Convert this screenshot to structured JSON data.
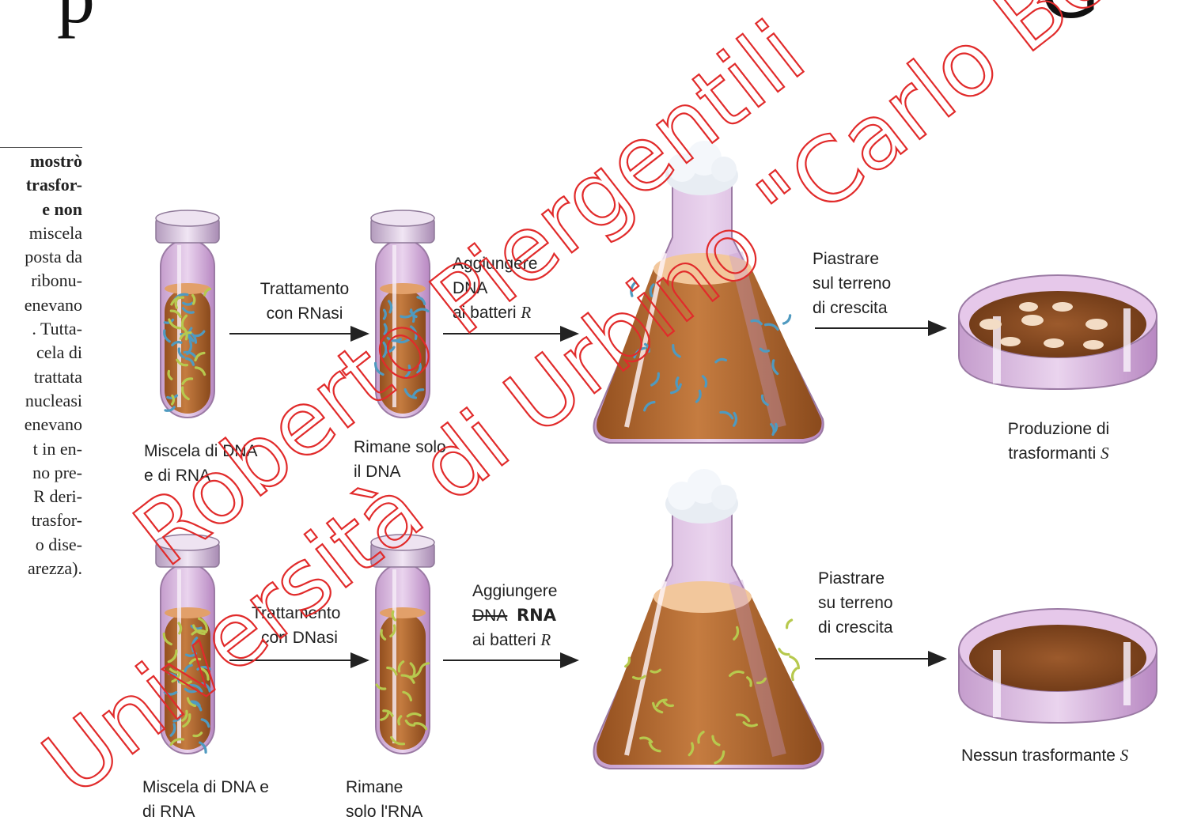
{
  "header_fragment": {
    "left": "p",
    "right": "G"
  },
  "side_text": {
    "lines": [
      "mostrò",
      "trasfor-",
      "e non",
      "miscela",
      "posta da",
      "ribonu-",
      "enevano",
      ". Tutta-",
      "cela di",
      "trattata",
      "nucleasi",
      "enevano",
      "t in en-",
      "no pre-",
      "R deri-",
      "trasfor-",
      "o dise-",
      "arezza)."
    ],
    "bold_lines": 3
  },
  "top_row": {
    "step1": {
      "line1": "Trattamento",
      "line2": "con RNasi"
    },
    "step2": {
      "line1": "Aggiungere",
      "line2": "DNA",
      "line3": "ai batteri",
      "line3_italic": "R"
    },
    "step3": {
      "line1": "Piastrare",
      "line2": "sul terreno",
      "line3": "di crescita"
    },
    "tube1_caption": {
      "line1": "Miscela di DNA",
      "line2": "e di RNA"
    },
    "tube2_caption": {
      "line1": "Rimane solo",
      "line2": "il DNA"
    },
    "result": {
      "line1": "Produzione di",
      "line2": "trasformanti",
      "line2_italic": "S"
    }
  },
  "bottom_row": {
    "step1": {
      "line1": "Trattamento",
      "line2": "con DNasi"
    },
    "step2": {
      "line1": "Aggiungere",
      "struck": "DNA",
      "correction": "RNA",
      "line3": "ai batteri",
      "line3_italic": "R"
    },
    "step3": {
      "line1": "Piastrare",
      "line2": "su terreno",
      "line3": "di crescita"
    },
    "tube1_caption": {
      "line1": "Miscela di DNA e",
      "line2": "di RNA"
    },
    "tube2_caption": {
      "line1": "Rimane",
      "line2": "solo l'RNA"
    },
    "result": {
      "line1": "Nessun trasformante",
      "line1_italic": "S"
    }
  },
  "watermark": {
    "line1": "Roberto Piergentili",
    "line2": "Università di Urbino \"Carlo Bo\""
  },
  "colors": {
    "medium": "#b46a32",
    "glass": "#d7b3dd",
    "cap": "#cdb6d3",
    "dna": "#4f9ac0",
    "rna": "#b7c94e",
    "colony": "#f3dcc5",
    "watermark": "#e12b2b"
  }
}
